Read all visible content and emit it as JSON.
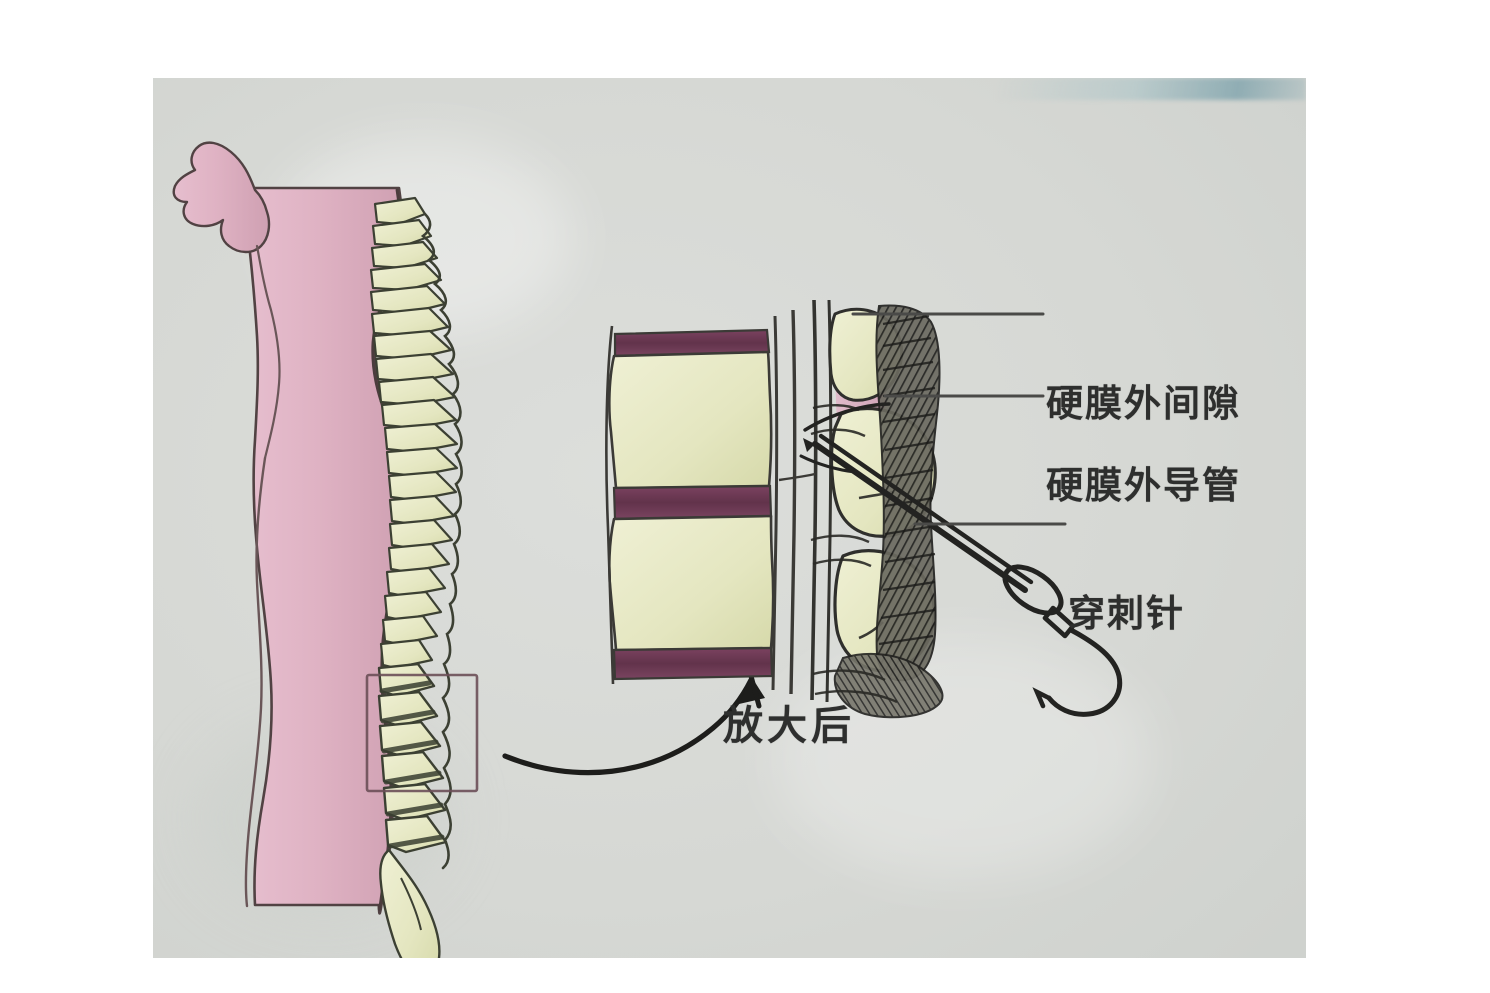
{
  "figure": {
    "type": "medical-illustration",
    "subject": "epidural-anesthesia-lumbar-puncture",
    "background_color": "#d8dad6",
    "page_color": "#ffffff"
  },
  "labels": {
    "epidural_space": "硬膜外间隙",
    "epidural_catheter": "硬膜外导管",
    "puncture_needle": "穿刺针",
    "magnified": "放大后"
  },
  "colors": {
    "skin": "#e2b8c6",
    "skin_dark": "#d2a4b4",
    "bone": "#e8e9c8",
    "bone_shadow": "#d8dab0",
    "disc": "#6d3a52",
    "outline": "#3a3a38",
    "leader_line": "#4a4a48",
    "epidural_pink": "#d9a8bd",
    "ligament": "#2b2b29"
  },
  "anatomy": {
    "overview_panel": {
      "name": "lateral-body-silhouette-with-spine",
      "region_highlight_box": "lumbar-region"
    },
    "detail_panel": {
      "name": "magnified-lumbar-cross-section",
      "parts": [
        "vertebral-body-upper",
        "intervertebral-disc",
        "vertebral-body-lower",
        "spinous-process-upper",
        "spinous-process-middle",
        "spinous-process-lower",
        "interspinous-ligament",
        "epidural-space",
        "epidural-catheter",
        "puncture-needle",
        "needle-hub",
        "catheter-tubing"
      ]
    }
  },
  "annotations": {
    "curved_arrow": "points from overview lumbar box to magnified panel",
    "leader_lines": 3
  }
}
